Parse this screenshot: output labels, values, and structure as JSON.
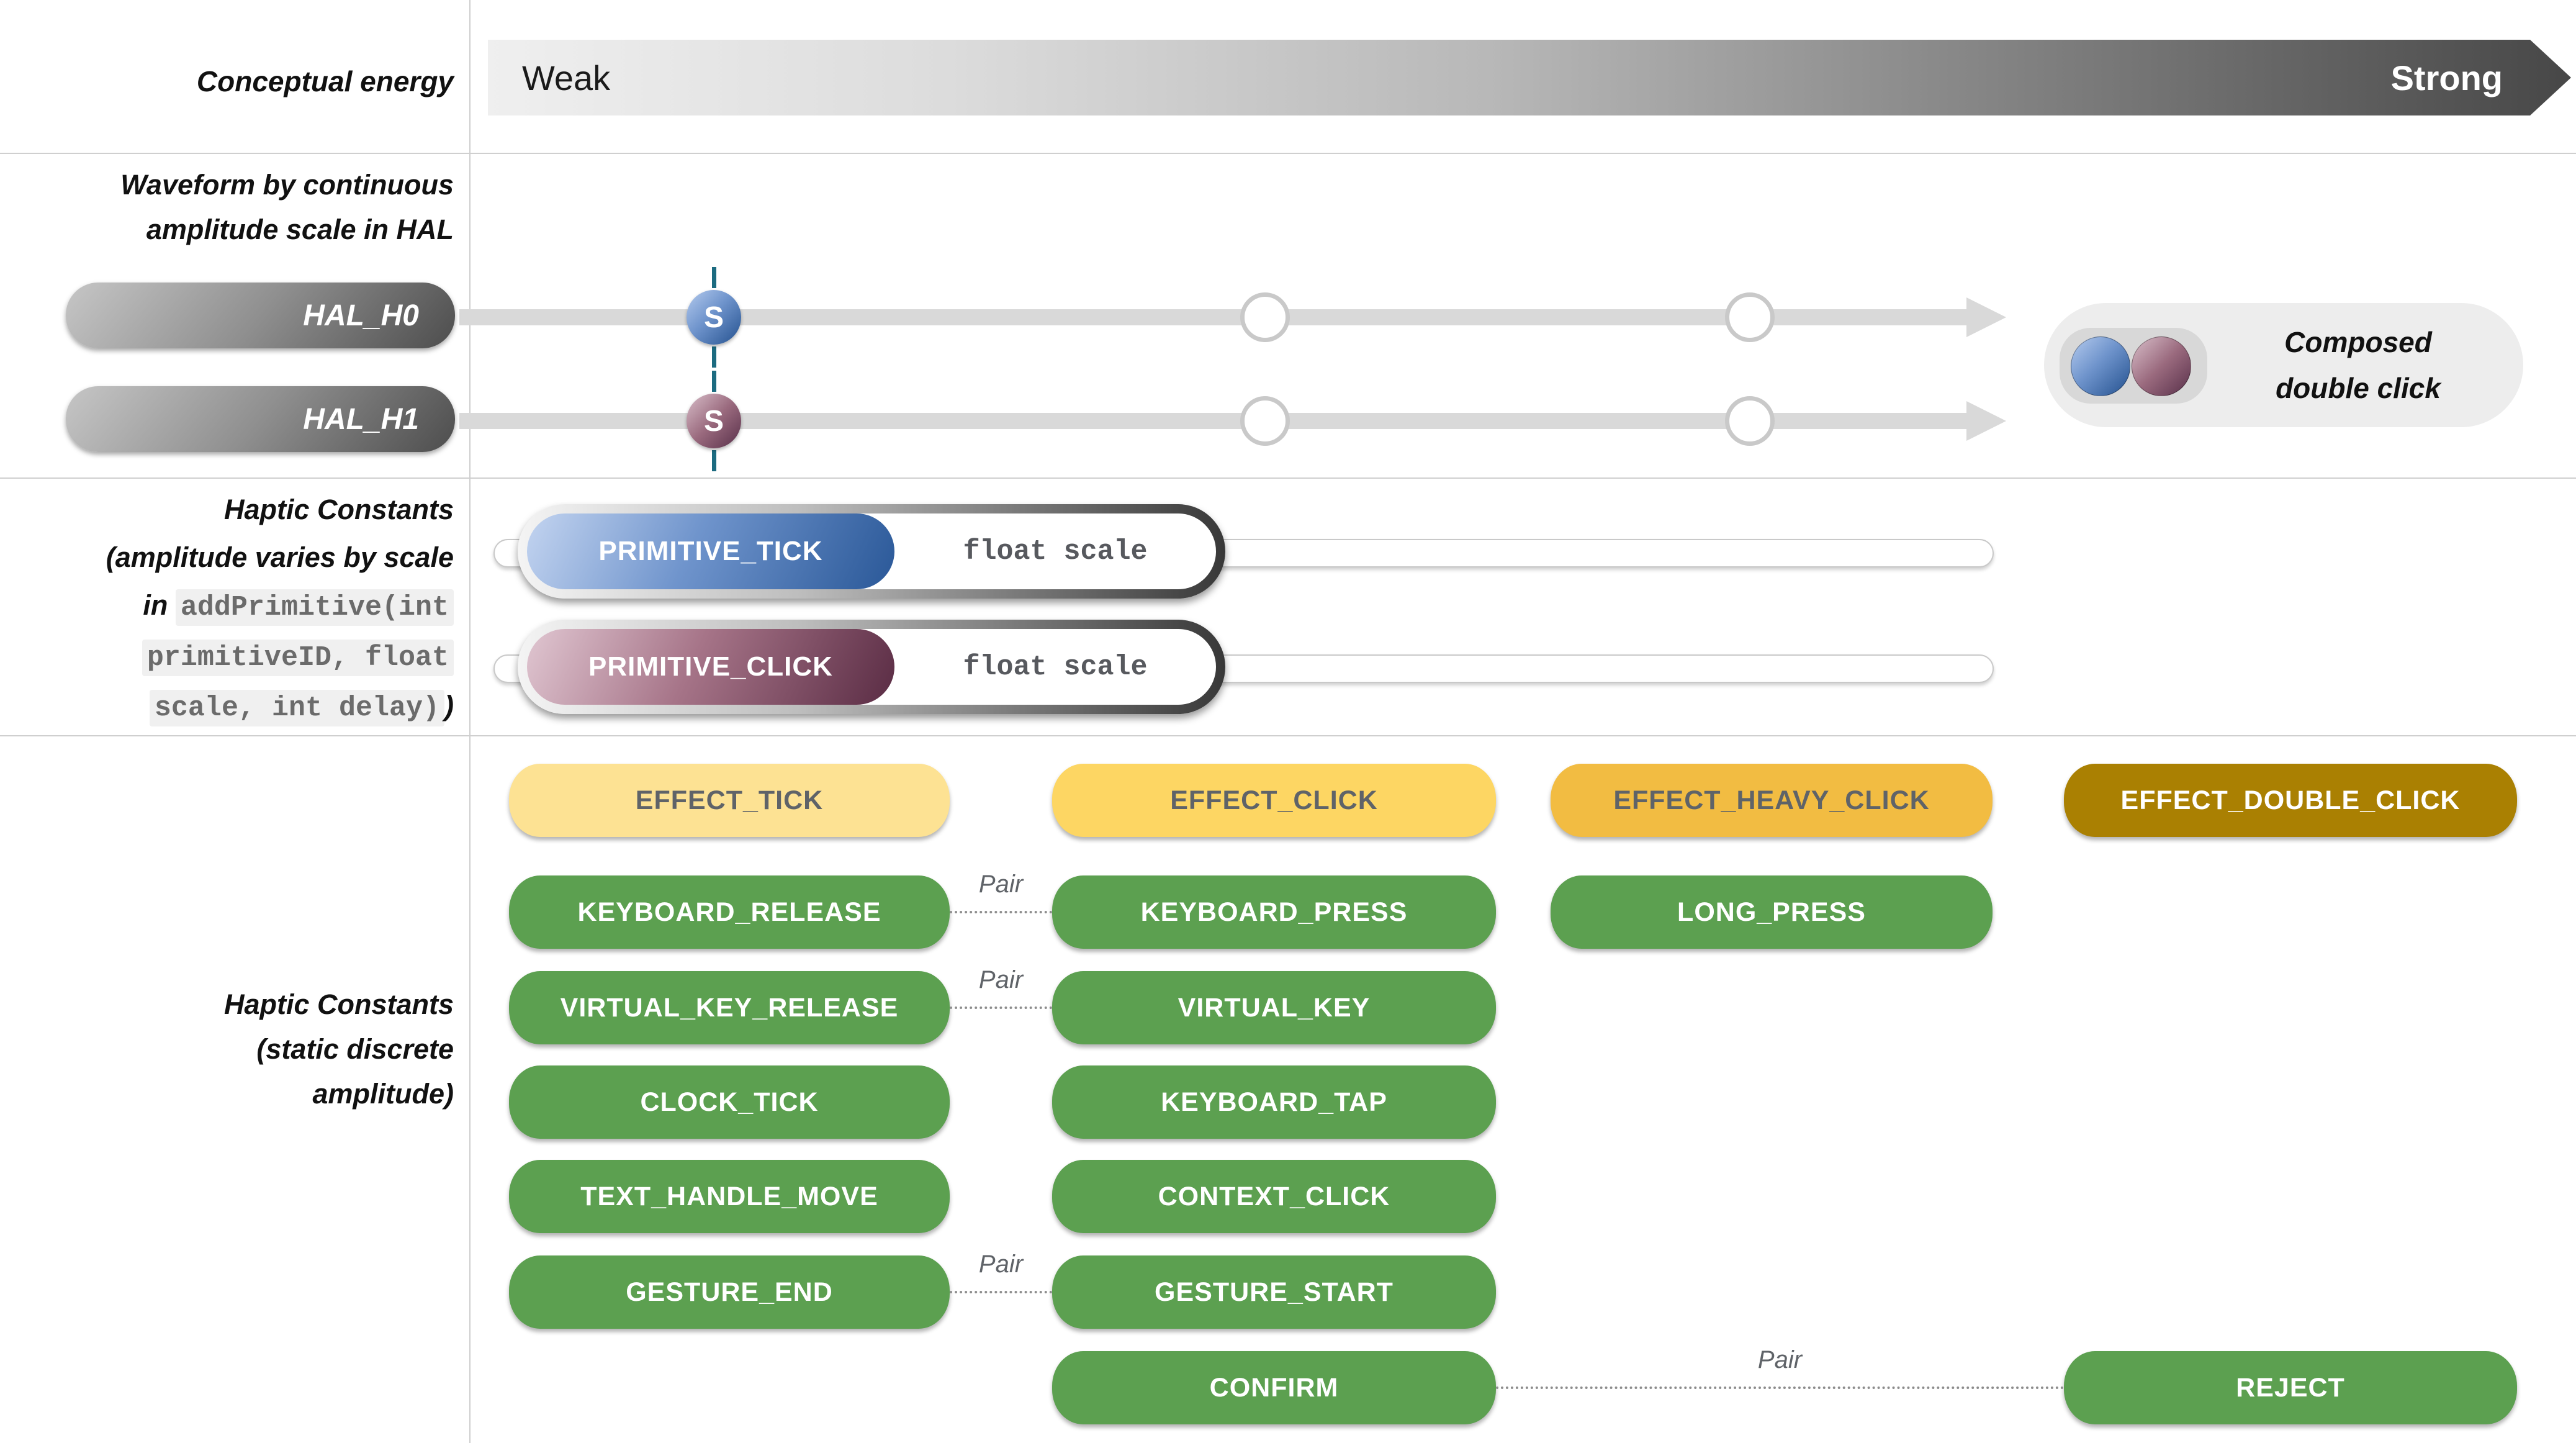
{
  "header": {
    "row_label": "Conceptual energy",
    "weak": "Weak",
    "strong": "Strong"
  },
  "hal": {
    "row_label_lines": [
      "Waveform by continuous",
      "amplitude scale in HAL"
    ],
    "channels": [
      {
        "label": "HAL_H0",
        "marker": "S"
      },
      {
        "label": "HAL_H1",
        "marker": "S"
      }
    ],
    "composed_badge_lines": [
      "Composed",
      "double click"
    ]
  },
  "primitives": {
    "row_label_line1": "Haptic Constants",
    "row_label_line2": "(amplitude varies by scale",
    "row_label_line3_italic": "in ",
    "row_label_line3_code": "addPrimitive(int",
    "row_label_line4_code": "primitiveID, float",
    "row_label_line5_code": "scale, int delay)",
    "row_label_line5_suffix": ")",
    "sliders": [
      {
        "label": "PRIMITIVE_TICK",
        "param": "float scale",
        "color": "blue"
      },
      {
        "label": "PRIMITIVE_CLICK",
        "param": "float scale",
        "color": "mauve"
      }
    ]
  },
  "constants": {
    "row_label_lines": [
      "Haptic Constants",
      "(static discrete",
      "amplitude)"
    ],
    "pair_label": "Pair",
    "pills": [
      {
        "label": "EFFECT_TICK",
        "style": "yellow-light",
        "col": 1,
        "row": 0
      },
      {
        "label": "EFFECT_CLICK",
        "style": "yellow",
        "col": 2,
        "row": 0
      },
      {
        "label": "EFFECT_HEAVY_CLICK",
        "style": "amber",
        "col": 3,
        "row": 0
      },
      {
        "label": "EFFECT_DOUBLE_CLICK",
        "style": "gold-dark",
        "col": 4,
        "row": 0
      },
      {
        "label": "KEYBOARD_RELEASE",
        "style": "green",
        "col": 1,
        "row": 1
      },
      {
        "label": "KEYBOARD_PRESS",
        "style": "green",
        "col": 2,
        "row": 1
      },
      {
        "label": "LONG_PRESS",
        "style": "green",
        "col": 3,
        "row": 1
      },
      {
        "label": "VIRTUAL_KEY_RELEASE",
        "style": "green",
        "col": 1,
        "row": 2
      },
      {
        "label": "VIRTUAL_KEY",
        "style": "green",
        "col": 2,
        "row": 2
      },
      {
        "label": "CLOCK_TICK",
        "style": "green",
        "col": 1,
        "row": 3
      },
      {
        "label": "KEYBOARD_TAP",
        "style": "green",
        "col": 2,
        "row": 3
      },
      {
        "label": "TEXT_HANDLE_MOVE",
        "style": "green",
        "col": 1,
        "row": 4
      },
      {
        "label": "CONTEXT_CLICK",
        "style": "green",
        "col": 2,
        "row": 4
      },
      {
        "label": "GESTURE_END",
        "style": "green",
        "col": 1,
        "row": 5
      },
      {
        "label": "GESTURE_START",
        "style": "green",
        "col": 2,
        "row": 5
      },
      {
        "label": "CONFIRM",
        "style": "green",
        "col": 2,
        "row": 6
      },
      {
        "label": "REJECT",
        "style": "green",
        "col": 4,
        "row": 6
      }
    ],
    "pairs": [
      {
        "row": 1,
        "from": 1,
        "to": 2
      },
      {
        "row": 2,
        "from": 1,
        "to": 2
      },
      {
        "row": 5,
        "from": 1,
        "to": 2
      },
      {
        "row": 6,
        "from": 2,
        "to": 4
      }
    ]
  },
  "colors": {
    "green": "#5ca050",
    "yellow_light": "#fde293",
    "yellow": "#fdd663",
    "amber": "#f2bc42",
    "gold_dark": "#aa8002",
    "blue_dark": "#2a5898",
    "mauve_dark": "#5a2c44",
    "marker_line_teal": "#1c6b80",
    "track_gray": "#d9d9d9",
    "pill_text_gray": "#5f6368"
  }
}
